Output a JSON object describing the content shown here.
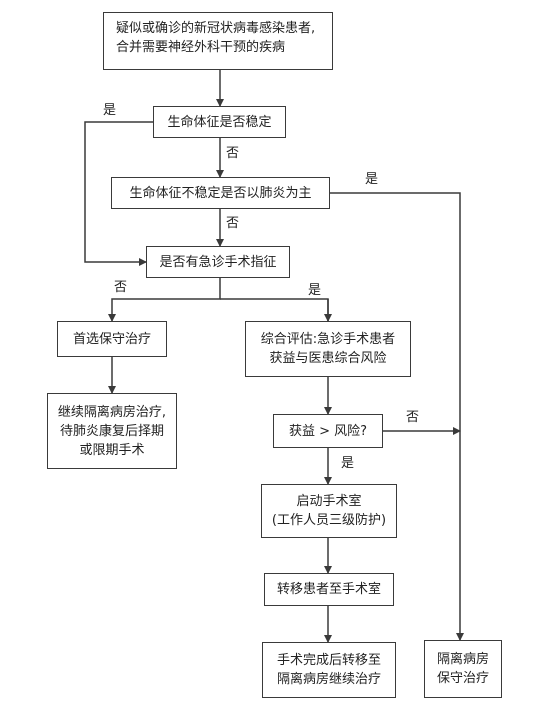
{
  "nodes": {
    "start": [
      "疑似或确诊的新冠状病毒感染患者,",
      "合并需要神经外科干预的疾病"
    ],
    "vital_stable": "生命体征是否稳定",
    "vital_unstable_pneumonia": "生命体征不稳定是否以肺炎为主",
    "emergency_indication": "是否有急诊手术指征",
    "conservative_first": "首选保守治疗",
    "continue_isolation": [
      "继续隔离病房治疗,",
      "待肺炎康复后择期",
      "或限期手术"
    ],
    "comprehensive_eval": [
      "综合评估:急诊手术患者",
      "获益与医患综合风险"
    ],
    "benefit_vs_risk": "获益 > 风险?",
    "start_or": [
      "启动手术室",
      "(工作人员三级防护)"
    ],
    "transfer_to_or": "转移患者至手术室",
    "after_surgery": [
      "手术完成后转移至",
      "隔离病房继续治疗"
    ],
    "isolation_conservative": [
      "隔离病房",
      "保守治疗"
    ]
  },
  "edge_labels": {
    "yes_left": "是",
    "no_1": "否",
    "yes_right_top": "是",
    "no_2": "否",
    "no_3": "否",
    "yes_mid": "是",
    "no_right": "否",
    "yes_low": "是"
  }
}
